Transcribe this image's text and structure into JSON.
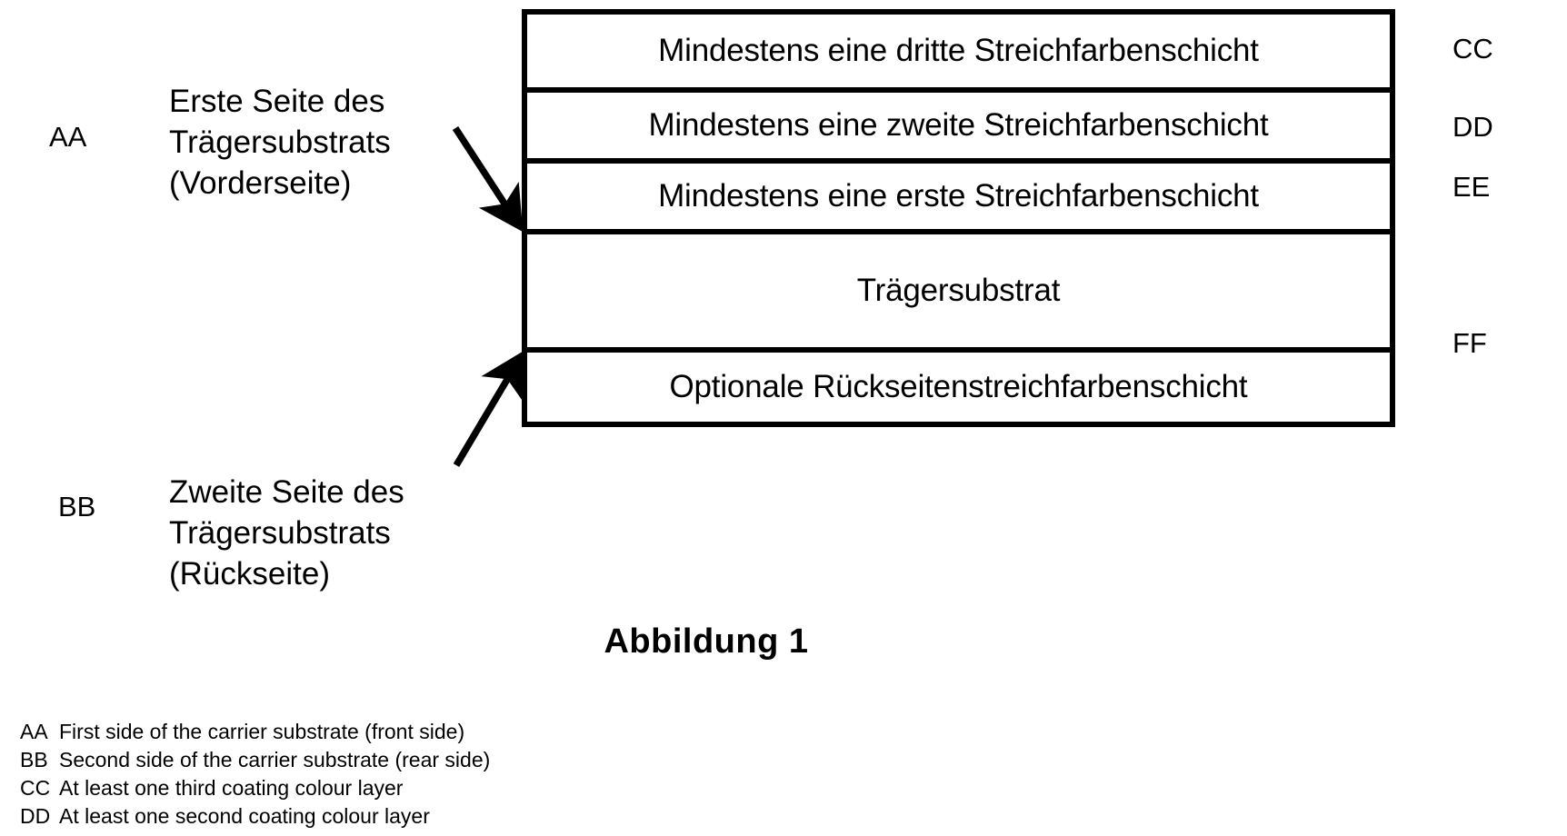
{
  "figure": {
    "caption": "Abbildung 1"
  },
  "stack": {
    "layers": [
      {
        "label": "Mindestens eine dritte Streichfarbenschicht",
        "key": "CC"
      },
      {
        "label": "Mindestens eine zweite Streichfarbenschicht",
        "key": "DD"
      },
      {
        "label": "Mindestens eine erste Streichfarbenschicht",
        "key": "EE"
      },
      {
        "label": "Trägersubstrat",
        "key": ""
      },
      {
        "label": "Optionale Rückseitenstreichfarbenschicht",
        "key": "FF"
      }
    ]
  },
  "side_keys": {
    "cc": "CC",
    "dd": "DD",
    "ee": "EE",
    "ff": "FF",
    "aa": "AA",
    "bb": "BB"
  },
  "callouts": {
    "front": "Erste Seite des\nTrägersubstrats\n(Vorderseite)",
    "rear": "Zweite Seite des\nTrägersubstrats\n(Rückseite)"
  },
  "legend": {
    "rows": [
      {
        "key": "AA",
        "desc": "First side of the carrier substrate (front side)"
      },
      {
        "key": "BB",
        "desc": "Second side of the carrier substrate (rear side)"
      },
      {
        "key": "CC",
        "desc": "At least one third coating colour layer"
      },
      {
        "key": "DD",
        "desc": "At least one second coating colour layer"
      }
    ]
  },
  "colors": {
    "line": "#000000",
    "background": "#ffffff"
  }
}
